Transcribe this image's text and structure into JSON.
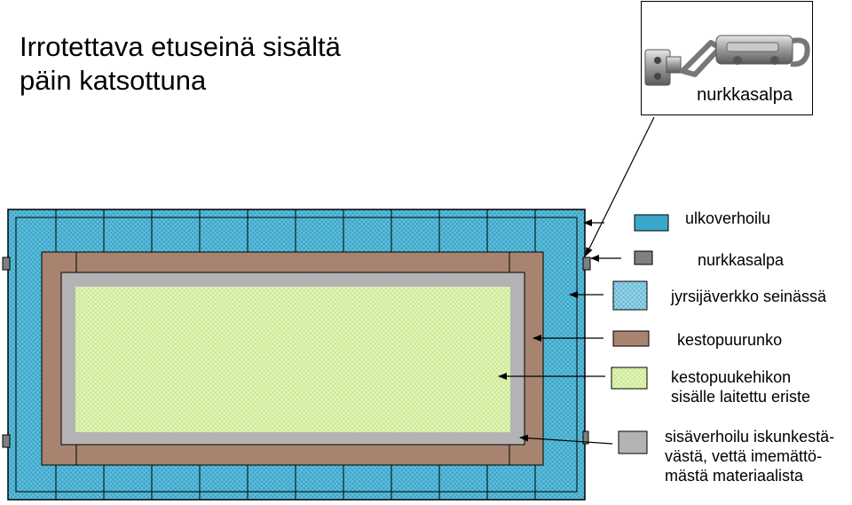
{
  "title": {
    "line1": "Irrotettava etuseinä sisältä",
    "line2": "päin katsottuna"
  },
  "photo": {
    "caption": "nurkkasalpa",
    "icon": "latch-photo"
  },
  "legend": {
    "ulkoverhoilu": "ulkoverhoilu",
    "nurkkasalpa": "nurkkasalpa",
    "jyrsijaverkko": "jyrsijäverkko seinässä",
    "kestopuurunko": "kestopuurunko",
    "eriste_line1": "kestopuukehikon",
    "eriste_line2": "sisälle laitettu eriste",
    "sisaverhoilu_line1": "sisäverhoilu iskunkestä-",
    "sisaverhoilu_line2": "västä, vettä imemättö-",
    "sisaverhoilu_line3": "mästä materiaalista"
  },
  "colors": {
    "outer_cladding": "#3aa6c8",
    "latch": "#808080",
    "mesh": "#7ec3da",
    "frame": "#a88470",
    "insulation": "#dff3b4",
    "inner_cladding": "#b3b3b3"
  }
}
